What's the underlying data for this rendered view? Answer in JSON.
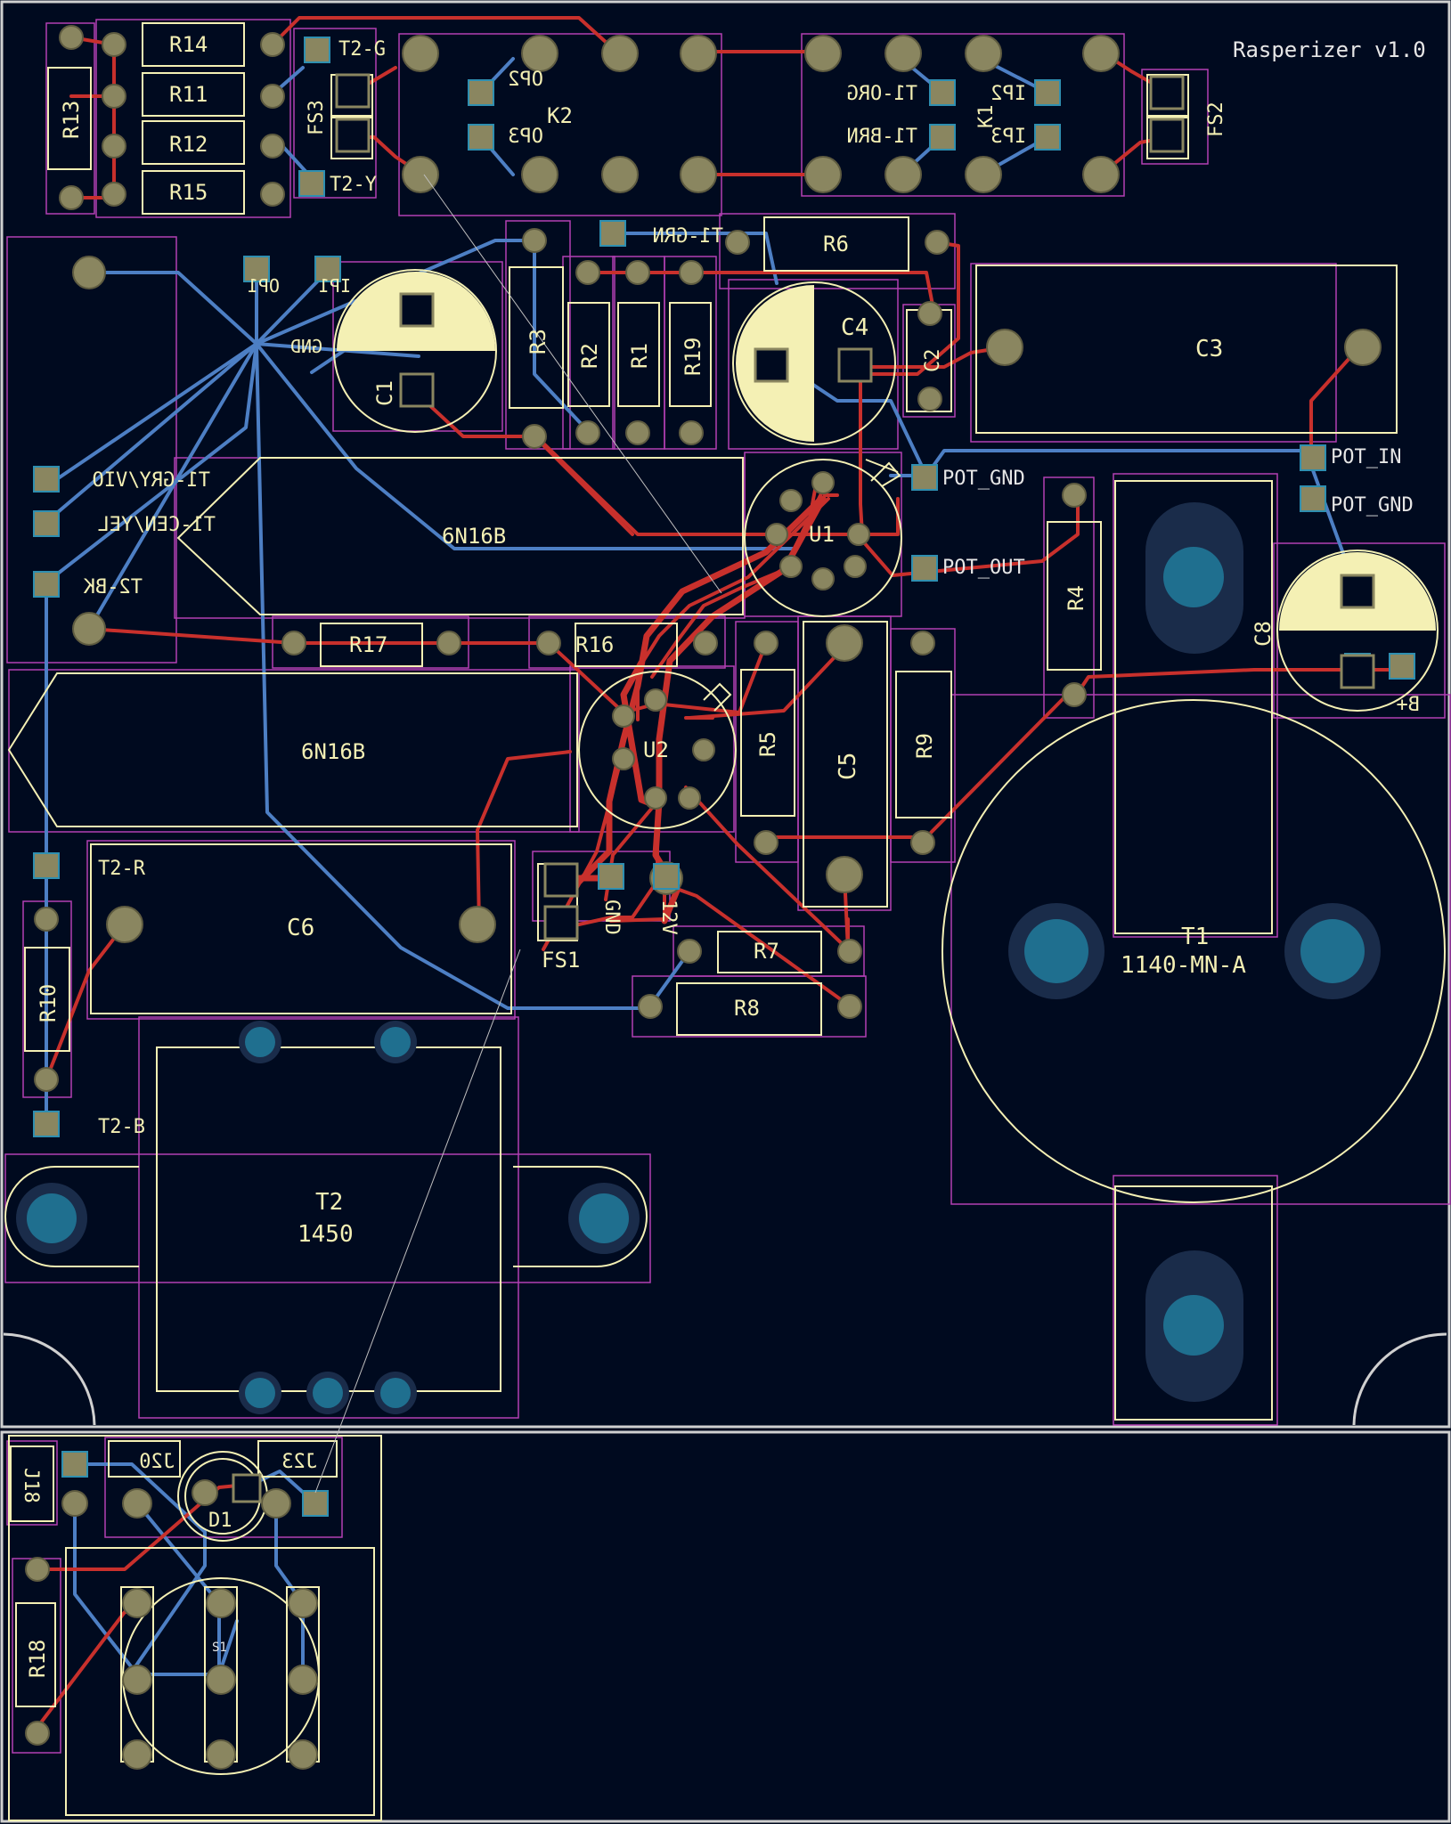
{
  "board": {
    "title": "Rasperizer v1.0",
    "colors": {
      "background": "#000a1f",
      "top_copper": "#c8302c",
      "bottom_copper": "#4d7fc4",
      "silkscreen": "#f4f0b4",
      "courtyard": "#c040c0",
      "pad": "#8a8660",
      "edge": "#d0d0d0"
    }
  },
  "labels": {
    "R14": "R14",
    "R11": "R11",
    "R12": "R12",
    "R15": "R15",
    "R13": "R13",
    "T2G": "T2-G",
    "T2Y": "T2-Y",
    "FS3": "FS3",
    "K2": "K2",
    "OP2": "OP2",
    "OP3": "OP3",
    "T1ORG": "T1-ORG",
    "T1BRN": "T1-BRN",
    "K1": "K1",
    "IP2": "IP2",
    "IP3": "IP3",
    "FS2": "FS2",
    "T1GRN": "T1-GRN",
    "R6": "R6",
    "C3": "C3",
    "C4": "C4",
    "C2": "C2",
    "OP1": "OP1",
    "IP1": "IP1",
    "GND": "GND",
    "C1": "C1",
    "R3": "R3",
    "R2": "R2",
    "R1": "R1",
    "R19": "R19",
    "POT_IN": "POT_IN",
    "POT_GND1": "POT_GND",
    "POT_GND2": "POT_GND",
    "POT_OUT": "POT_OUT",
    "T1GRY": "T1-GRY/VIO",
    "T1CEN": "T1-CEN/YEL",
    "T2BK": "T2-BK",
    "TUBE1": "6N16B",
    "U1": "U1",
    "R4": "R4",
    "C8": "C8",
    "BPLUS": "B+",
    "R17": "R17",
    "R16": "R16",
    "TUBE2": "6N16B",
    "U2": "U2",
    "R5": "R5",
    "C5": "C5",
    "R9": "R9",
    "T2R": "T2-R",
    "C6": "C6",
    "R10": "R10",
    "FS1": "FS1",
    "GNDV": "GND",
    "V12": "12V",
    "R7": "R7",
    "R8": "R8",
    "T1": "T1",
    "T1PART": "1140-MN-A",
    "T2B": "T2-B",
    "T2": "T2",
    "T2PART": "1450",
    "J18": "J18",
    "J20": "J20",
    "J23": "J23",
    "D1": "D1",
    "R18": "R18",
    "S1": "S1"
  }
}
